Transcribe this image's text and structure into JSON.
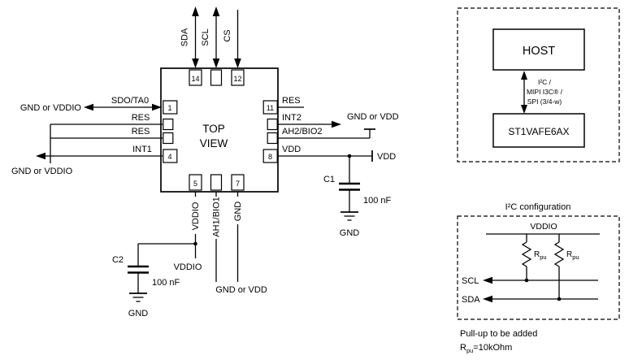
{
  "colors": {
    "ink": "#000000",
    "background": "#ffffff"
  },
  "main": {
    "chip": {
      "line1": "TOP",
      "line2": "VIEW"
    },
    "pin_numbers": {
      "n1": "1",
      "n4": "4",
      "n5": "5",
      "n7": "7",
      "n8": "8",
      "n11": "11",
      "n12": "12",
      "n14": "14"
    },
    "top": {
      "sda": "SDA",
      "scl": "SCL",
      "cs": "CS"
    },
    "left": {
      "pull_top": "GND or VDDIO",
      "sdo": "SDO/TA0",
      "res_a": "RES",
      "res_b": "RES",
      "int1": "INT1",
      "pull_bottom": "GND or VDDIO"
    },
    "right": {
      "res": "RES",
      "int2": "INT2",
      "int2_net": "GND or VDD",
      "ah2": "AH2/BIO2",
      "vdd": "VDD",
      "vdd_net": "VDD",
      "cap": "C1",
      "cap_value": "100 nF",
      "cap_gnd": "GND"
    },
    "bottom": {
      "vddio": "VDDIO",
      "ah1": "AH1/BIO1",
      "gnd": "GND",
      "vddio_net": "VDDIO",
      "ah1_net": "GND or VDD",
      "cap": "C2",
      "cap_value": "100 nF",
      "cap_gnd": "GND"
    }
  },
  "host_panel": {
    "host": "HOST",
    "device": "ST1VAFE6AX",
    "bus_line1": "I²C /",
    "bus_line2": "MIPI I3C® /",
    "bus_line3": "SPI (3/4-w)"
  },
  "i2c_panel": {
    "title": "I²C configuration",
    "rail": "VDDIO",
    "resistor": "R",
    "resistor_sub": "pu",
    "scl": "SCL",
    "sda": "SDA",
    "note_line1": "Pull-up to be added",
    "note_r": "R",
    "note_r_sub": "pu",
    "note_value": "=10kOhm"
  }
}
